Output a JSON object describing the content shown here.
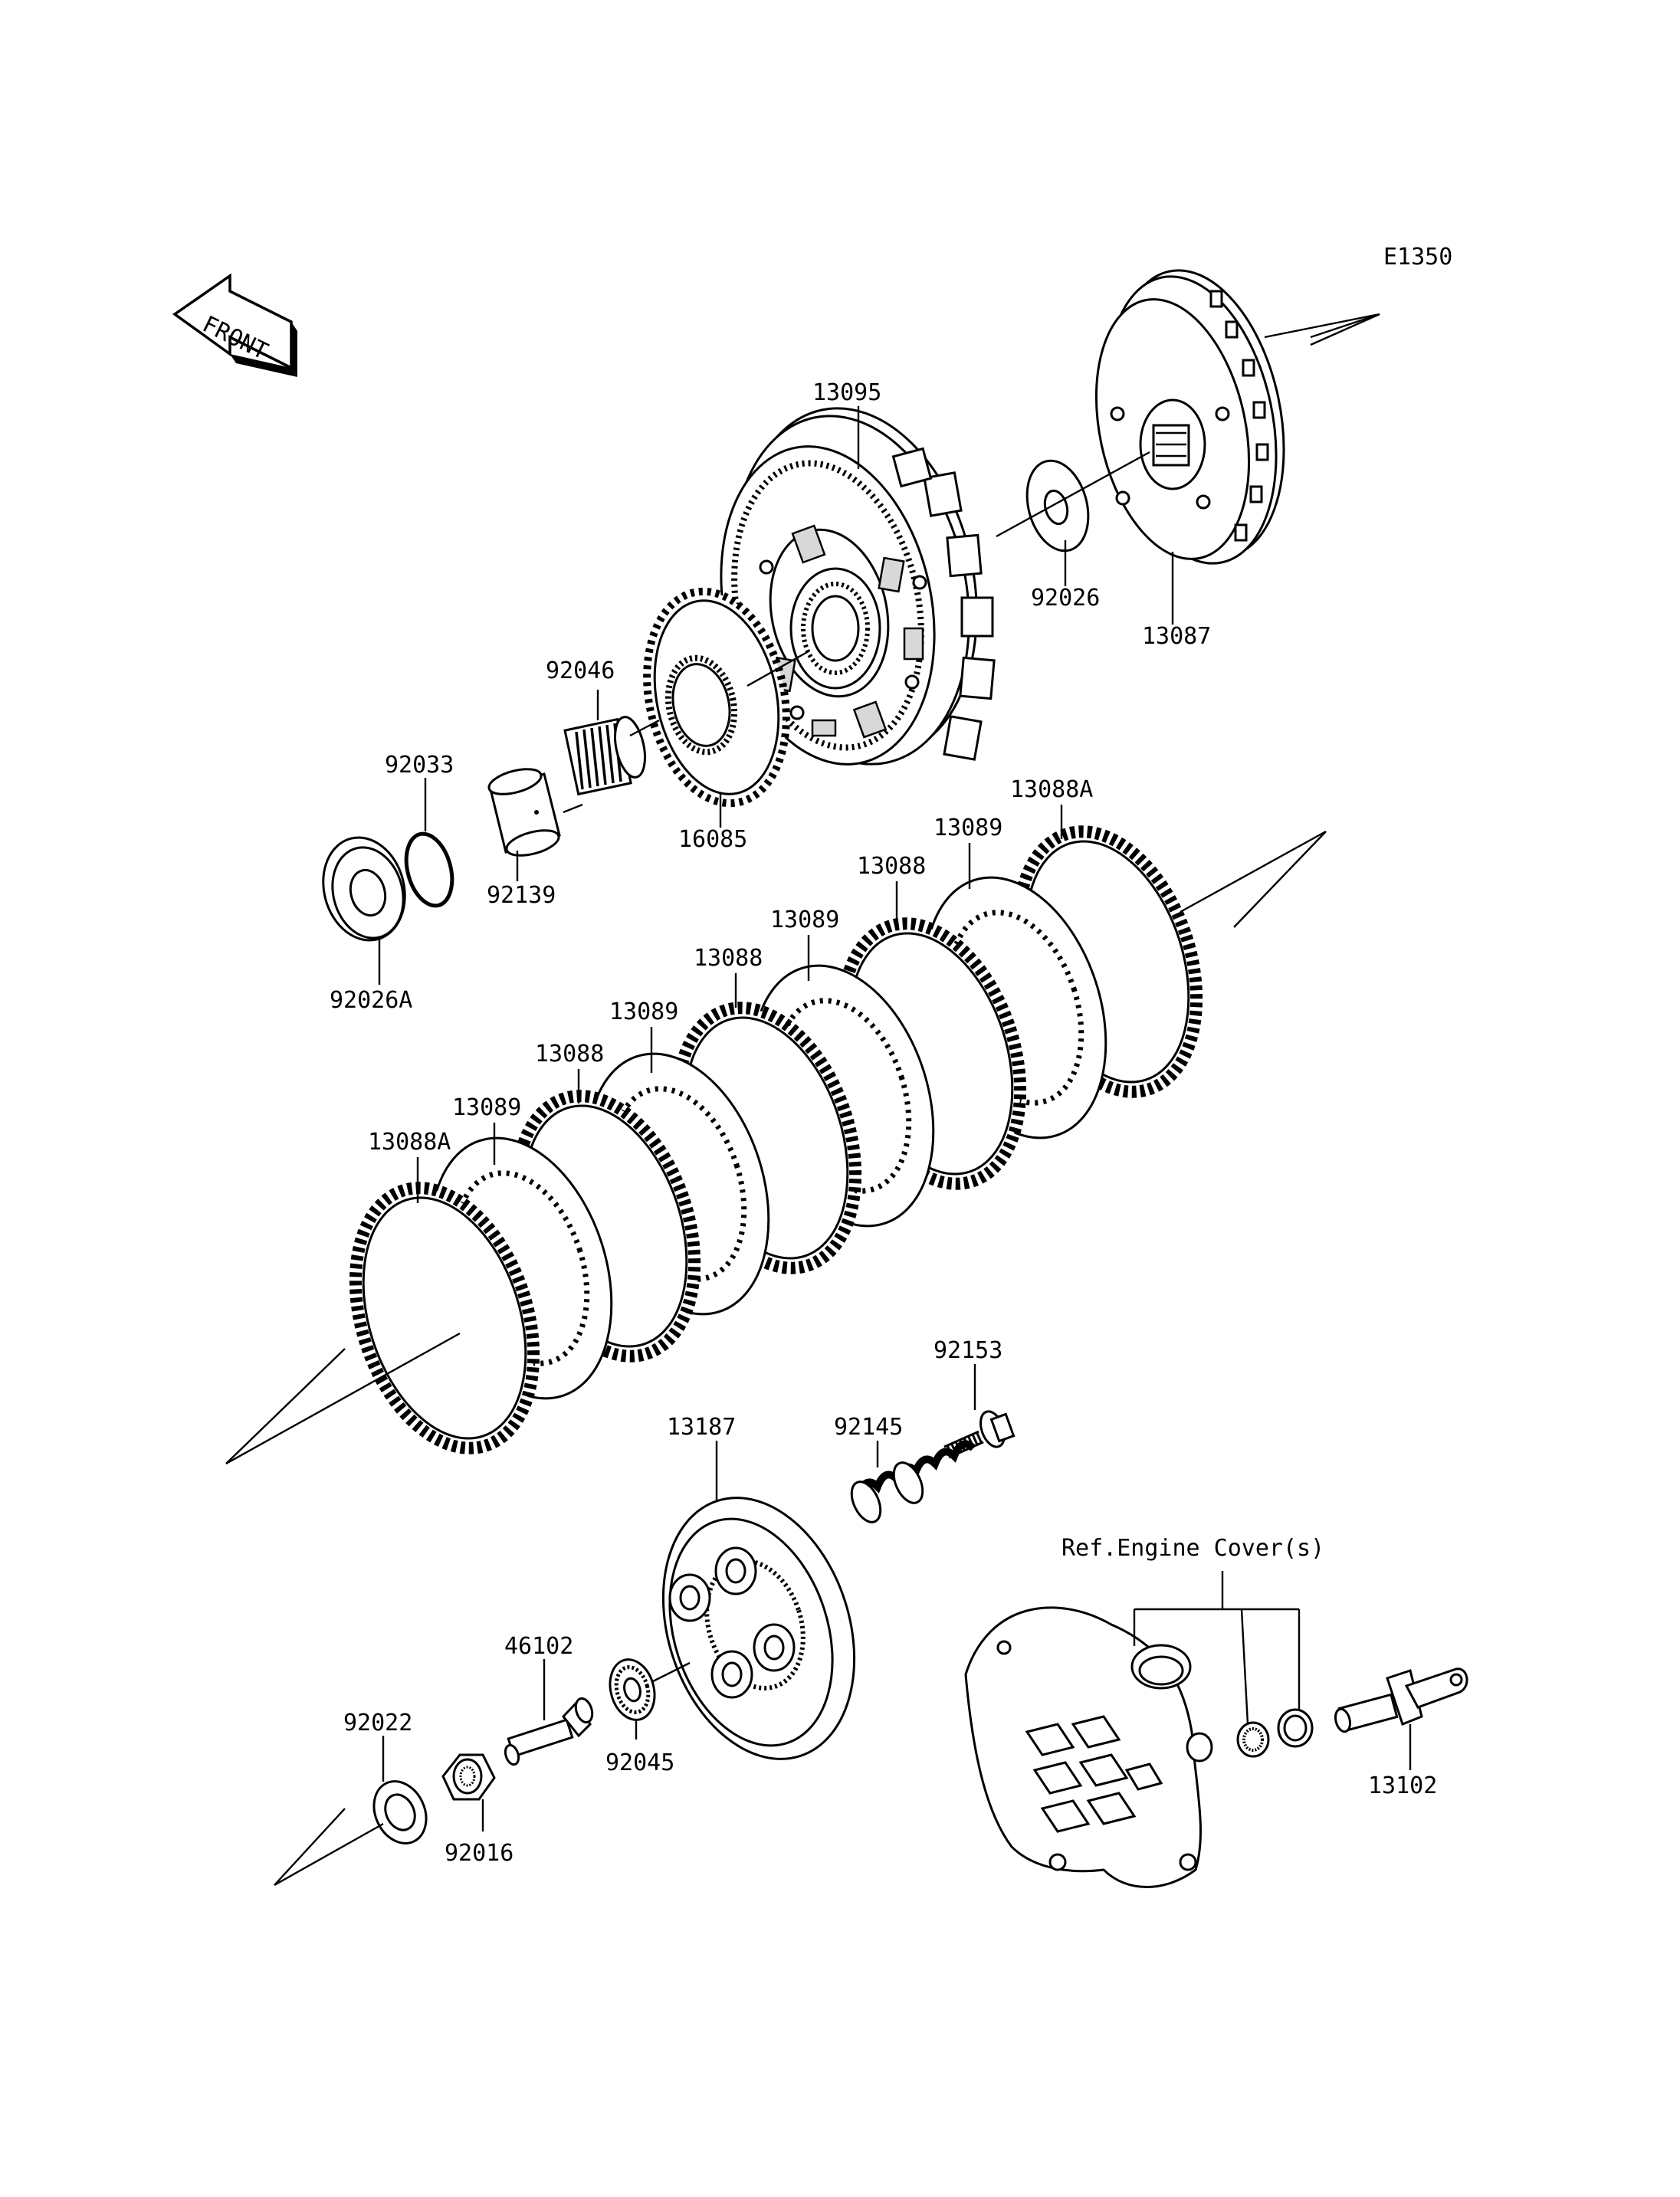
{
  "diagram_code": "E1350",
  "front_label": "FRONT",
  "reference_note": "Ref.Engine Cover(s)",
  "part_labels": {
    "p13095": "13095",
    "p13087": "13087",
    "p92026": "92026",
    "p92046": "92046",
    "p16085": "16085",
    "p92033": "92033",
    "p92139": "92139",
    "p92026A": "92026A",
    "p13088A_top": "13088A",
    "p13089_a": "13089",
    "p13088_a": "13088",
    "p13089_b": "13089",
    "p13088_b": "13088",
    "p13089_c": "13089",
    "p13088_c": "13088",
    "p13089_d": "13089",
    "p13088A_bottom": "13088A",
    "p92153": "92153",
    "p92145": "92145",
    "p13187": "13187",
    "p46102": "46102",
    "p92045": "92045",
    "p92022": "92022",
    "p92016": "92016",
    "p13102": "13102"
  }
}
